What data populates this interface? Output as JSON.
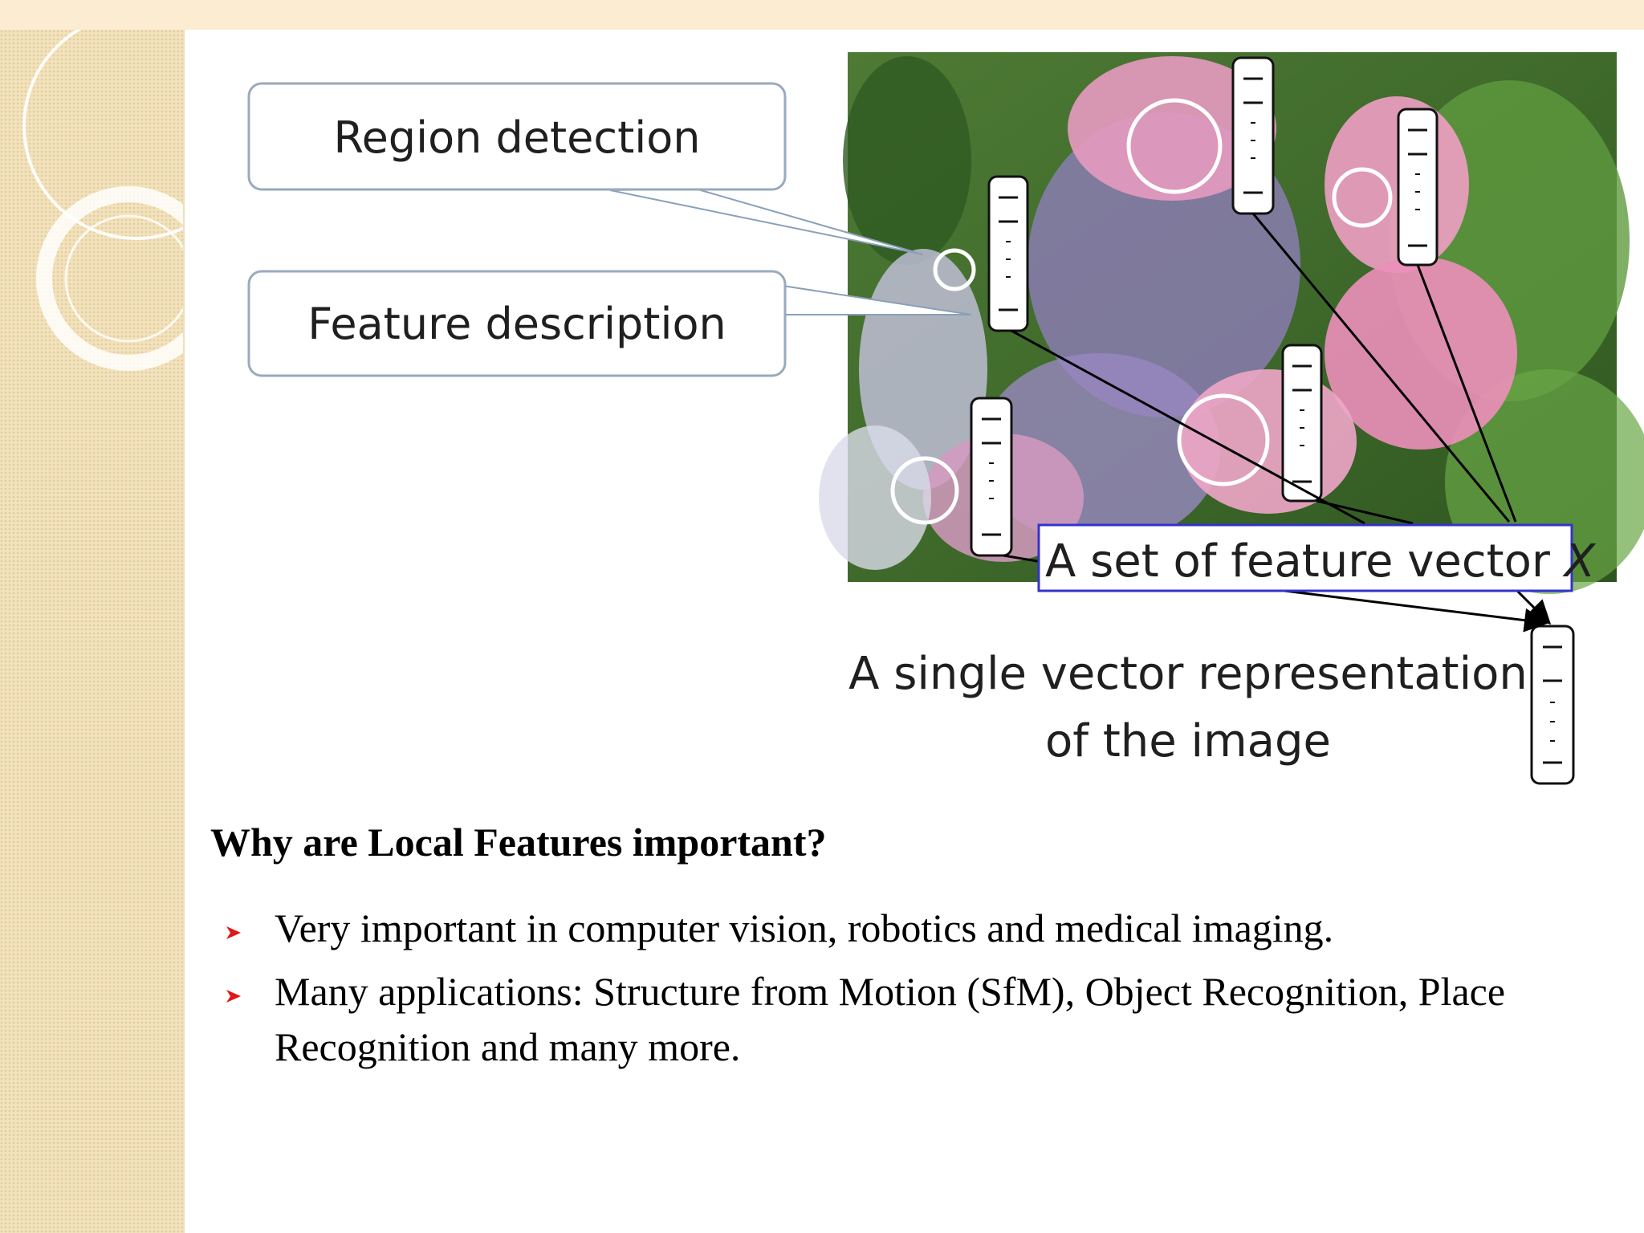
{
  "diagram": {
    "callout_region": "Region detection",
    "callout_feature": "Feature description",
    "set_label": "A set of feature vector",
    "set_label_var": "X",
    "single_line1": "A single vector representation",
    "single_line2": "of the image"
  },
  "heading": "Why are Local Features important?",
  "bullets": [
    "Very important in computer vision, robotics and medical imaging.",
    "Many applications: Structure from Motion (SfM), Object Recognition, Place Recognition and many more."
  ],
  "colors": {
    "bullet_arrow": "#e01818",
    "side_band": "#f3e3bd",
    "top_band": "#fbecd2",
    "set_label_border": "#3333cc"
  }
}
